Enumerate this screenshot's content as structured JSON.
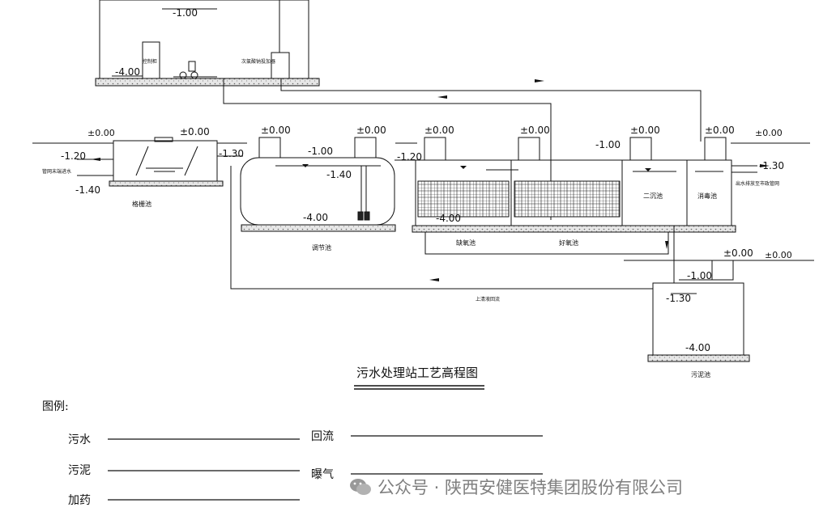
{
  "title": "污水处理站工艺高程图",
  "legend_title": "图例:",
  "legend": {
    "sewage": "污水",
    "sludge": "污泥",
    "dosing": "加药",
    "return": "回流",
    "aeration": "曝气"
  },
  "watermark": "公众号 · 陕西安健医特集团股份有限公司",
  "units": {
    "screen": "格栅池",
    "equalization": "调节池",
    "anoxic": "缺氧池",
    "aerobic": "好氧池",
    "secondary": "二沉池",
    "disinfection": "消毒池",
    "sludge": "污泥池"
  },
  "equipment": {
    "control_cabinet": "控制柜",
    "chlorine": "次氯酸钠投加器",
    "inlet": "管网末端进水",
    "outlet_note": "出水排放至市政管网",
    "return_label": "上清液回流"
  },
  "levels": {
    "room_top": "-1.00",
    "room_floor": "-4.00",
    "g1": "±0.00",
    "g2": "±0.00",
    "g3": "±0.00",
    "g4": "±0.00",
    "g5": "±0.00",
    "g6": "±0.00",
    "g7": "±0.00",
    "g8": "±0.00",
    "g9": "±0.00",
    "g10": "±0.00",
    "g11": "±0.00",
    "inlet_level": "-1.20",
    "inlet_bottom": "-1.40",
    "screen_out": "-1.30",
    "eq_top": "-1.00",
    "eq_mid": "-1.40",
    "eq_floor": "-4.00",
    "bio_in": "-1.20",
    "bio_floor": "-4.00",
    "bio_top": "-1.00",
    "outlet": "-1.30",
    "sl_top": "-1.00",
    "sl_mid": "-1.30",
    "sl_floor": "-4.00"
  },
  "colors": {
    "line": "#111111",
    "hatch": "#d0d0d0",
    "watermark": "#555555"
  }
}
